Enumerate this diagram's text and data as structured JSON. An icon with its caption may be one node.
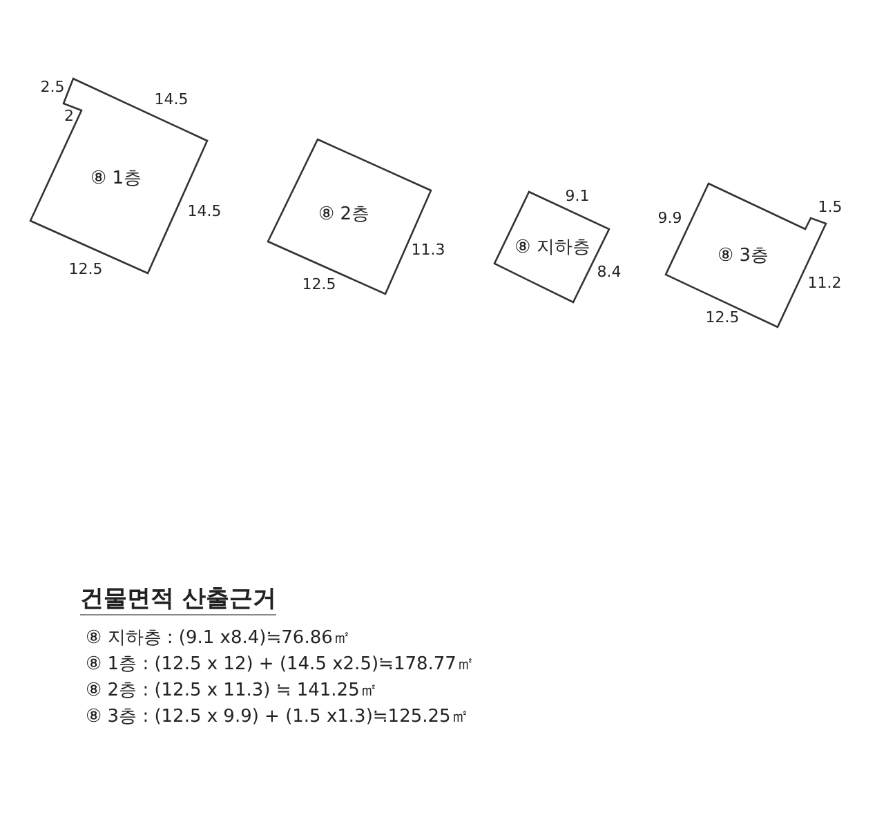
{
  "diagram": {
    "title": "건물면적 산출근거",
    "nodes": [
      {
        "text": [
          "⑧ 1층"
        ],
        "beside": [
          "2.5",
          "2",
          "14.5",
          "14.5",
          "12.5"
        ]
      },
      {
        "text": [
          "⑧ 2층"
        ],
        "beside": [
          "11.3",
          "12.5"
        ]
      },
      {
        "text": [
          "⑧ 지하층"
        ],
        "beside": [
          "9.1",
          "8.4"
        ]
      },
      {
        "text": [
          "⑧ 3층"
        ],
        "beside": [
          "9.9",
          "1.5",
          "11.2",
          "12.5"
        ]
      }
    ],
    "labels": [
      "⑧ 지하층 : (9.1 x8.4)≒76.86㎡",
      "⑧ 1층 : (12.5 x 12) + (14.5 x2.5)≒178.77㎡",
      "⑧ 2층 : (12.5 x 11.3) ≒ 141.25㎡",
      "⑧ 3층 : (12.5 x 9.9) + (1.5 x1.3)≒125.25㎡"
    ]
  }
}
